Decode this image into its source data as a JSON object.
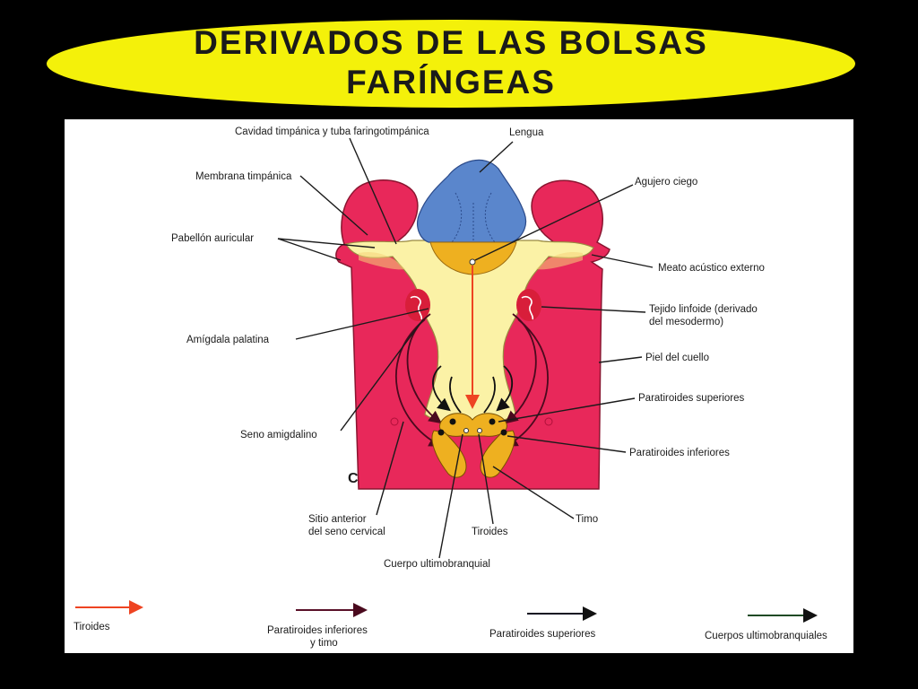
{
  "title": {
    "line1": "Derivados de las bolsas",
    "line2": "faríngeas"
  },
  "figure_letter": "C",
  "labels": {
    "cavidad": "Cavidad timpánica y tuba faringotimpánica",
    "lengua": "Lengua",
    "membrana": "Membrana timpánica",
    "agujero": "Agujero ciego",
    "pabellon": "Pabellón auricular",
    "meato": "Meato acústico externo",
    "tejido1": "Tejido linfoide (derivado",
    "tejido2": "del mesodermo)",
    "amigdala": "Amígdala palatina",
    "piel": "Piel del cuello",
    "parasup": "Paratiroides superiores",
    "seno": "Seno amigdalino",
    "parainf": "Paratiroides inferiores",
    "sitio1": "Sitio anterior",
    "sitio2": "del seno cervical",
    "tiroides": "Tiroides",
    "timo": "Timo",
    "cuerpo": "Cuerpo ultimobranquial"
  },
  "legend": [
    {
      "label1": "Tiroides",
      "label2": "",
      "color": "#ee4422"
    },
    {
      "label1": "Paratiroides inferiores",
      "label2": "y timo",
      "color": "#5a1028"
    },
    {
      "label1": "Paratiroides superiores",
      "label2": "",
      "color": "#111122"
    },
    {
      "label1": "Cuerpos ultimobranquiales",
      "label2": "",
      "color": "#1f4a25"
    }
  ],
  "colors": {
    "banner": "#f4f10a",
    "tissue_pink": "#e8285a",
    "pharynx_yellow": "#fbf2a6",
    "tongue_blue": "#5a86cc",
    "gland_gold": "#eeb020"
  }
}
